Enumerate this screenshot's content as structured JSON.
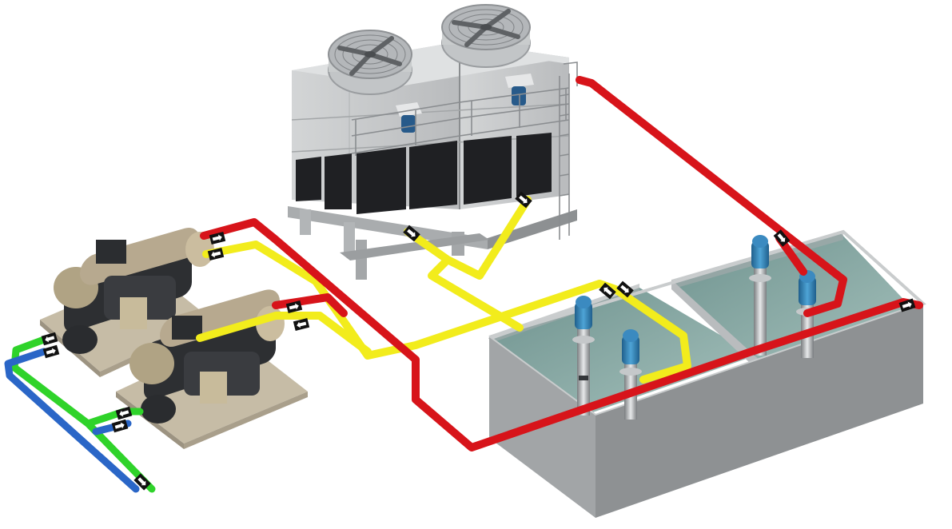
{
  "colors": {
    "background": "#ffffff",
    "supply_pipe": "#d7141a",
    "return_pipe": "#f2ec1c",
    "chilled_supply_pipe": "#2fd32a",
    "chilled_return_pipe": "#2a66c7",
    "tower_body": "#c9cbcc",
    "tower_shadow": "#9ea1a3",
    "louver": "#1e1f22",
    "fan_guard": "#b8bcc0",
    "tank_wall": "#8e9193",
    "tank_water": "#7fa3a0",
    "pump_motor": "#3d8fc4",
    "chiller_body": "#b7a98f",
    "chiller_dark": "#2b2d30",
    "skid": "#bfb49c",
    "flow_arrow": "#ffffff"
  },
  "components": [
    {
      "id": "cooling-tower",
      "icon": "cooling-tower-icon",
      "cells": 2,
      "fans": 2
    },
    {
      "id": "chiller",
      "icon": "chiller-icon",
      "count": 2
    },
    {
      "id": "cold-well-tank",
      "icon": "tank-icon",
      "compartments": 2
    },
    {
      "id": "vertical-pump",
      "icon": "pump-icon",
      "count": 4
    }
  ],
  "pipes": [
    {
      "id": "condenser-supply",
      "color_key": "supply_pipe"
    },
    {
      "id": "condenser-return",
      "color_key": "return_pipe"
    },
    {
      "id": "chilled-water-supply",
      "color_key": "chilled_supply_pipe"
    },
    {
      "id": "chilled-water-return",
      "color_key": "chilled_return_pipe"
    }
  ]
}
